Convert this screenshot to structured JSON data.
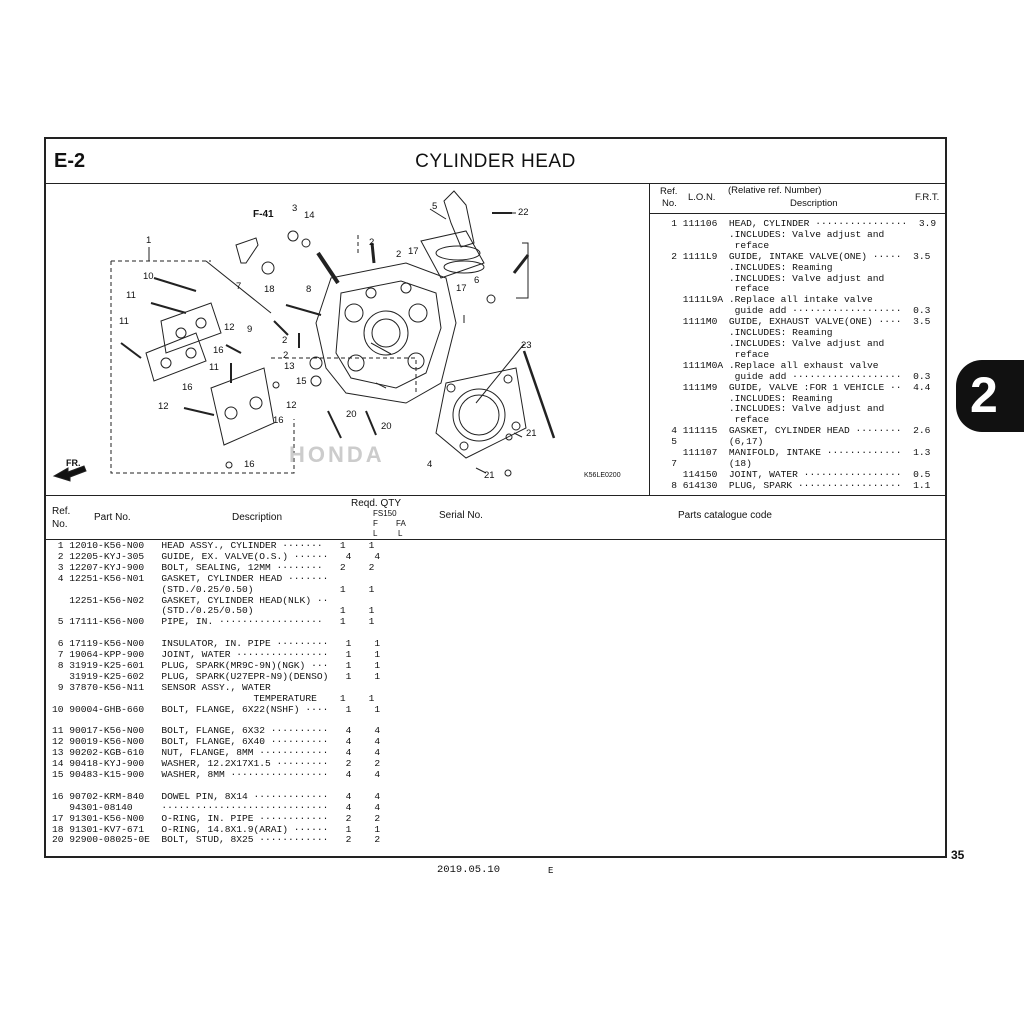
{
  "page": {
    "section_code": "E-2",
    "title": "CYLINDER  HEAD",
    "page_number": "35",
    "chapter_tab": "2",
    "date": "2019.05.10",
    "edition": "E"
  },
  "diagram": {
    "figure_code": "K56LE0200",
    "ref_label": "F-41",
    "direction_label": "FR.",
    "watermark": "HONDA",
    "callouts": [
      "1",
      "2",
      "2",
      "2",
      "2",
      "3",
      "4",
      "5",
      "6",
      "7",
      "8",
      "9",
      "10",
      "11",
      "11",
      "11",
      "12",
      "12",
      "12",
      "13",
      "14",
      "15",
      "16",
      "16",
      "16",
      "16",
      "17",
      "17",
      "18",
      "20",
      "20",
      "21",
      "21",
      "22",
      "23"
    ]
  },
  "ref_table": {
    "headers": {
      "ref_no_1": "Ref.",
      "ref_no_2": "No.",
      "lon": "L.O.N.",
      "rel_ref": "(Relative ref. Number)",
      "description": "Description",
      "frt": "F.R.T."
    },
    "rows": [
      "   1 111106  HEAD, CYLINDER ················  3.9",
      "             .INCLUDES: Valve adjust and",
      "              reface",
      "   2 1111L9  GUIDE, INTAKE VALVE(ONE) ·····  3.5",
      "             .INCLUDES: Reaming",
      "             .INCLUDES: Valve adjust and",
      "              reface",
      "     1111L9A .Replace all intake valve",
      "              guide add ···················  0.3",
      "     1111M0  GUIDE, EXHAUST VALVE(ONE) ····  3.5",
      "             .INCLUDES: Reaming",
      "             .INCLUDES: Valve adjust and",
      "              reface",
      "     1111M0A .Replace all exhaust valve",
      "              guide add ···················  0.3",
      "     1111M9  GUIDE, VALVE :FOR 1 VEHICLE ··  4.4",
      "             .INCLUDES: Reaming",
      "             .INCLUDES: Valve adjust and",
      "              reface",
      "   4 111115  GASKET, CYLINDER HEAD ········  2.6",
      "   5         (6,17)",
      "     111107  MANIFOLD, INTAKE ·············  1.3",
      "   7         (18)",
      "     114150  JOINT, WATER ·················  0.5",
      "   8 614130  PLUG, SPARK ··················  1.1"
    ]
  },
  "parts_table": {
    "headers": {
      "ref_1": "Ref.",
      "ref_2": "No.",
      "part_no": "Part No.",
      "description": "Description",
      "qty": "Reqd. QTY",
      "model": "FS150",
      "col_f": "F",
      "col_fa": "FA",
      "col_l1": "L",
      "col_l2": "L",
      "serial": "Serial No.",
      "catalogue": "Parts catalogue code"
    },
    "rows": [
      " 1 12010-K56-N00   HEAD ASSY., CYLINDER ·······   1    1",
      " 2 12205-KYJ-305   GUIDE, EX. VALVE(O.S.) ······   4    4",
      " 3 12207-KYJ-900   BOLT, SEALING, 12MM ········   2    2",
      " 4 12251-K56-N01   GASKET, CYLINDER HEAD ·······",
      "                   (STD./0.25/0.50)               1    1",
      "   12251-K56-N02   GASKET, CYLINDER HEAD(NLK) ··",
      "                   (STD./0.25/0.50)               1    1",
      " 5 17111-K56-N00   PIPE, IN. ··················   1    1",
      "",
      " 6 17119-K56-N00   INSULATOR, IN. PIPE ·········   1    1",
      " 7 19064-KPP-900   JOINT, WATER ················   1    1",
      " 8 31919-K25-601   PLUG, SPARK(MR9C-9N)(NGK) ···   1    1",
      "   31919-K25-602   PLUG, SPARK(U27EPR-N9)(DENSO)   1    1",
      " 9 37870-K56-N11   SENSOR ASSY., WATER",
      "                                   TEMPERATURE    1    1",
      "10 90004-GHB-660   BOLT, FLANGE, 6X22(NSHF) ····   1    1",
      "",
      "11 90017-K56-N00   BOLT, FLANGE, 6X32 ··········   4    4",
      "12 90019-K56-N00   BOLT, FLANGE, 6X40 ··········   4    4",
      "13 90202-KGB-610   NUT, FLANGE, 8MM ············   4    4",
      "14 90418-KYJ-900   WASHER, 12.2X17X1.5 ·········   2    2",
      "15 90483-K15-900   WASHER, 8MM ·················   4    4",
      "",
      "16 90702-KRM-840   DOWEL PIN, 8X14 ·············   4    4",
      "   94301-08140     ·····························   4    4",
      "17 91301-K56-N00   O-RING, IN. PIPE ············   2    2",
      "18 91301-KV7-671   O-RING, 14.8X1.9(ARAI) ······   1    1",
      "20 92900-08025-0E  BOLT, STUD, 8X25 ············   2    2"
    ]
  }
}
